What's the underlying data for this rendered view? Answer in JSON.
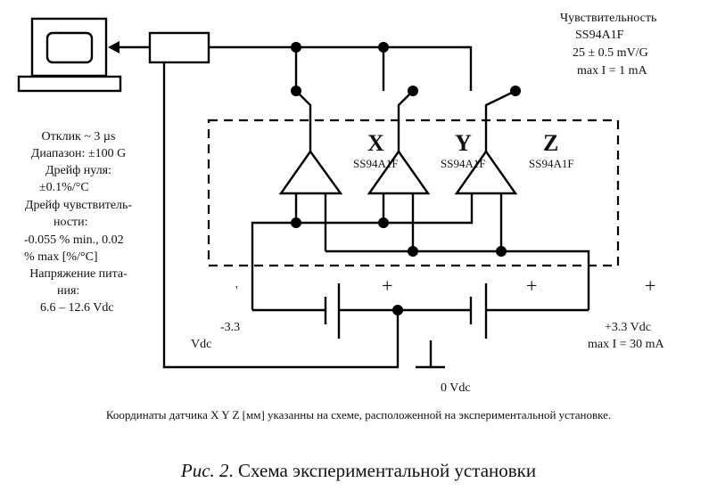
{
  "sensitivity_box": {
    "title": "Чувствительность",
    "model": "SS94A1F",
    "value": "25 ± 0.5 mV/G",
    "current": "max I = 1 mA"
  },
  "specs": [
    "Отклик ~ 3 µs",
    "Диапазон: ±100 G",
    "Дрейф нуля:",
    "±0.1%/°C",
    "Дрейф чувствитель-",
    "ности:",
    "-0.055 % min., 0.02",
    "% max [%/°C]",
    "Напряжение пита-",
    "ния:",
    "6.6 – 12.6 Vdc"
  ],
  "sensors": [
    {
      "axis": "X",
      "model": "SS94A1F"
    },
    {
      "axis": "Y",
      "model": "SS94A1F"
    },
    {
      "axis": "Z",
      "model": "SS94A1F"
    }
  ],
  "power": {
    "negative_label_1": "-3.3",
    "negative_label_2": "Vdc",
    "positive_label_1": "+3.3 Vdc",
    "positive_label_2": "max I = 30 mA",
    "ground_label": "0 Vdc",
    "plus_sign": "+",
    "tick_mark": "'"
  },
  "components": {
    "computer": "computer-icon",
    "adc": "daq-module"
  },
  "caption_note": "Координаты датчика X Y Z [мм] указанны на схеме, расположенной на экспериментальной установке.",
  "caption": {
    "prefix": "Рис. 2",
    "text": ". Схема экспериментальной установки"
  }
}
